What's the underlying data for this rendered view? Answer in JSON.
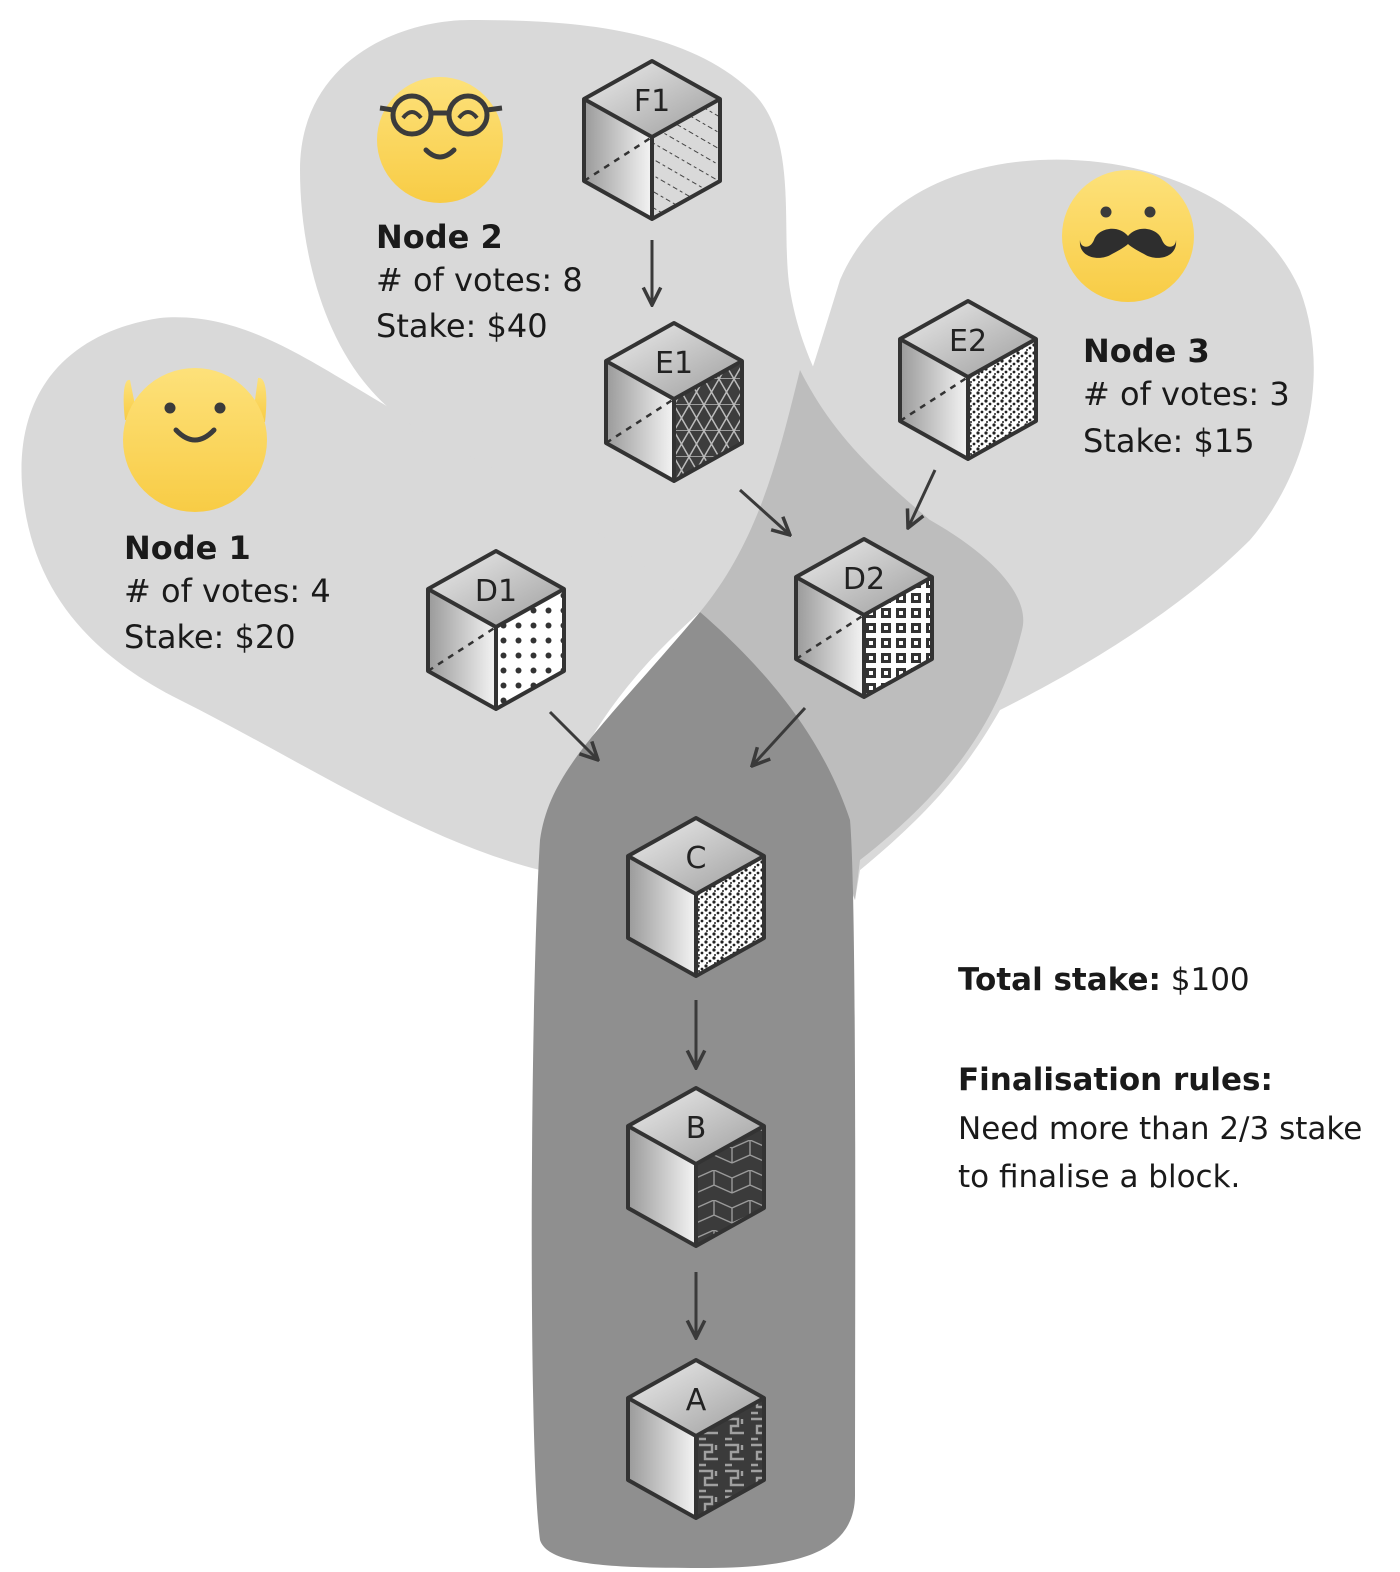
{
  "nodes": [
    {
      "id": "node1",
      "name": "Node 1",
      "votes_text": "# of votes: 4",
      "stake_text": "Stake: $20"
    },
    {
      "id": "node2",
      "name": "Node 2",
      "votes_text": "# of votes: 8",
      "stake_text": "Stake: $40"
    },
    {
      "id": "node3",
      "name": "Node 3",
      "votes_text": "# of votes: 3",
      "stake_text": "Stake: $15"
    }
  ],
  "blocks": {
    "F1": "F1",
    "E1": "E1",
    "E2": "E2",
    "D1": "D1",
    "D2": "D2",
    "C": "C",
    "B": "B",
    "A": "A"
  },
  "info": {
    "total_stake_label": "Total stake:",
    "total_stake_value": " $100",
    "rules_title": "Finalisation rules:",
    "rules_line1": "Need more than 2/3 stake",
    "rules_line2": "to finalise a block."
  },
  "colors": {
    "region_light": "#d9d9d9",
    "region_mid": "#bdbdbd",
    "region_dark": "#8f8f8f",
    "emoji_yellow": "#fdd860"
  }
}
